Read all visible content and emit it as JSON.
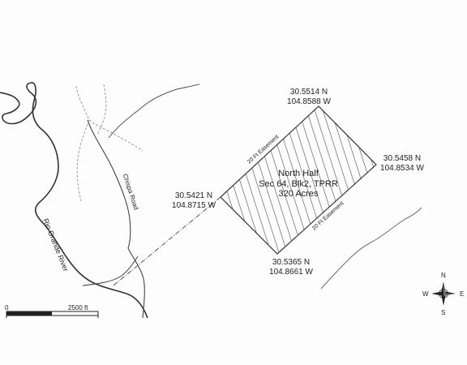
{
  "parcel": {
    "name": "North Half",
    "section": "Sec 64, Blk2, TPRR",
    "acres": "320 Acres"
  },
  "corners": {
    "north": {
      "lat": "30.5514 N",
      "lon": "104.8588 W"
    },
    "east": {
      "lat": "30.5458 N",
      "lon": "104.8534 W"
    },
    "south": {
      "lat": "30.5365 N",
      "lon": "104.8661 W"
    },
    "west": {
      "lat": "30.5421 N",
      "lon": "104.8715 W"
    }
  },
  "easements": {
    "north": "20 Ft Easement",
    "south": "20 Ft Easement"
  },
  "features": {
    "road": "Chispa Road",
    "river": "Rio Grande River"
  },
  "scale_bar": {
    "start": "0",
    "end": "2500 ft"
  },
  "compass": {
    "n": "N",
    "s": "S",
    "e": "E",
    "w": "W"
  },
  "colors": {
    "line": "#333333",
    "dashed_road": "#9a9a9a",
    "contour": "#6a6a6a"
  }
}
